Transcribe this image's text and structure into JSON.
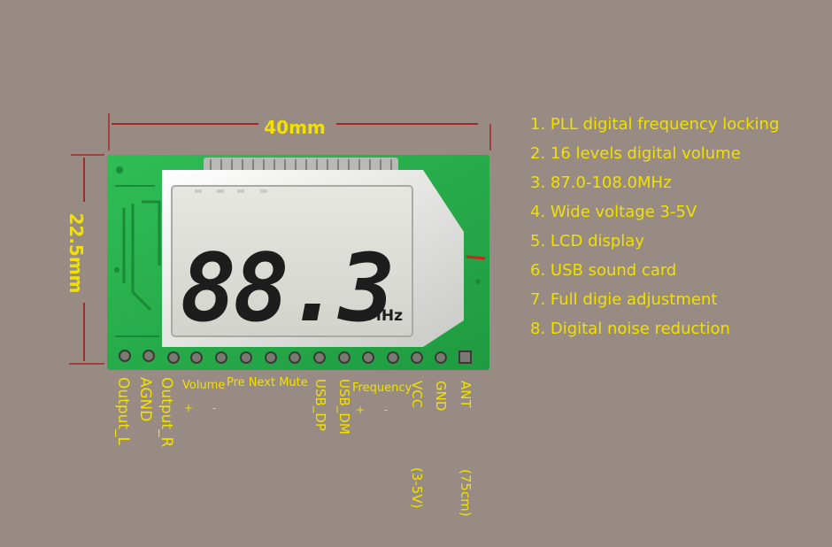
{
  "dimensions": {
    "width_label": "40mm",
    "height_label": "22.5mm"
  },
  "lcd": {
    "reading": "88.3",
    "unit": "MHz"
  },
  "features": [
    "1. PLL digital frequency locking",
    "2. 16 levels digital volume",
    "3. 87.0-108.0MHz",
    "4. Wide voltage 3-5V",
    "5. LCD display",
    "6. USB sound card",
    "7. Full digie adjustment",
    "8. Digital noise reduction"
  ],
  "pins": {
    "output_l": "Output_L",
    "agnd": "AGND",
    "output_r": "Output_R",
    "volume": "Volume",
    "volume_plus": "+",
    "volume_minus": "-",
    "pre_next_mute": "Pre Next Mute",
    "usb_dp": "USB_DP",
    "usb_dm": "USB_DM",
    "frequency": "Frequency",
    "freq_plus": "+",
    "freq_minus": "-",
    "vcc": "VCC",
    "vcc_range": "(3-5V)",
    "gnd": "GND",
    "ant": "ANT",
    "ant_length": "(75cm)"
  },
  "colors": {
    "background": "#978b84",
    "text_yellow": "#f2e000",
    "dimension_red": "#a8282a",
    "pcb_green": "#27ad4a",
    "lcd_face": "#dcddd6",
    "lcd_segment": "#1c1d1c"
  }
}
